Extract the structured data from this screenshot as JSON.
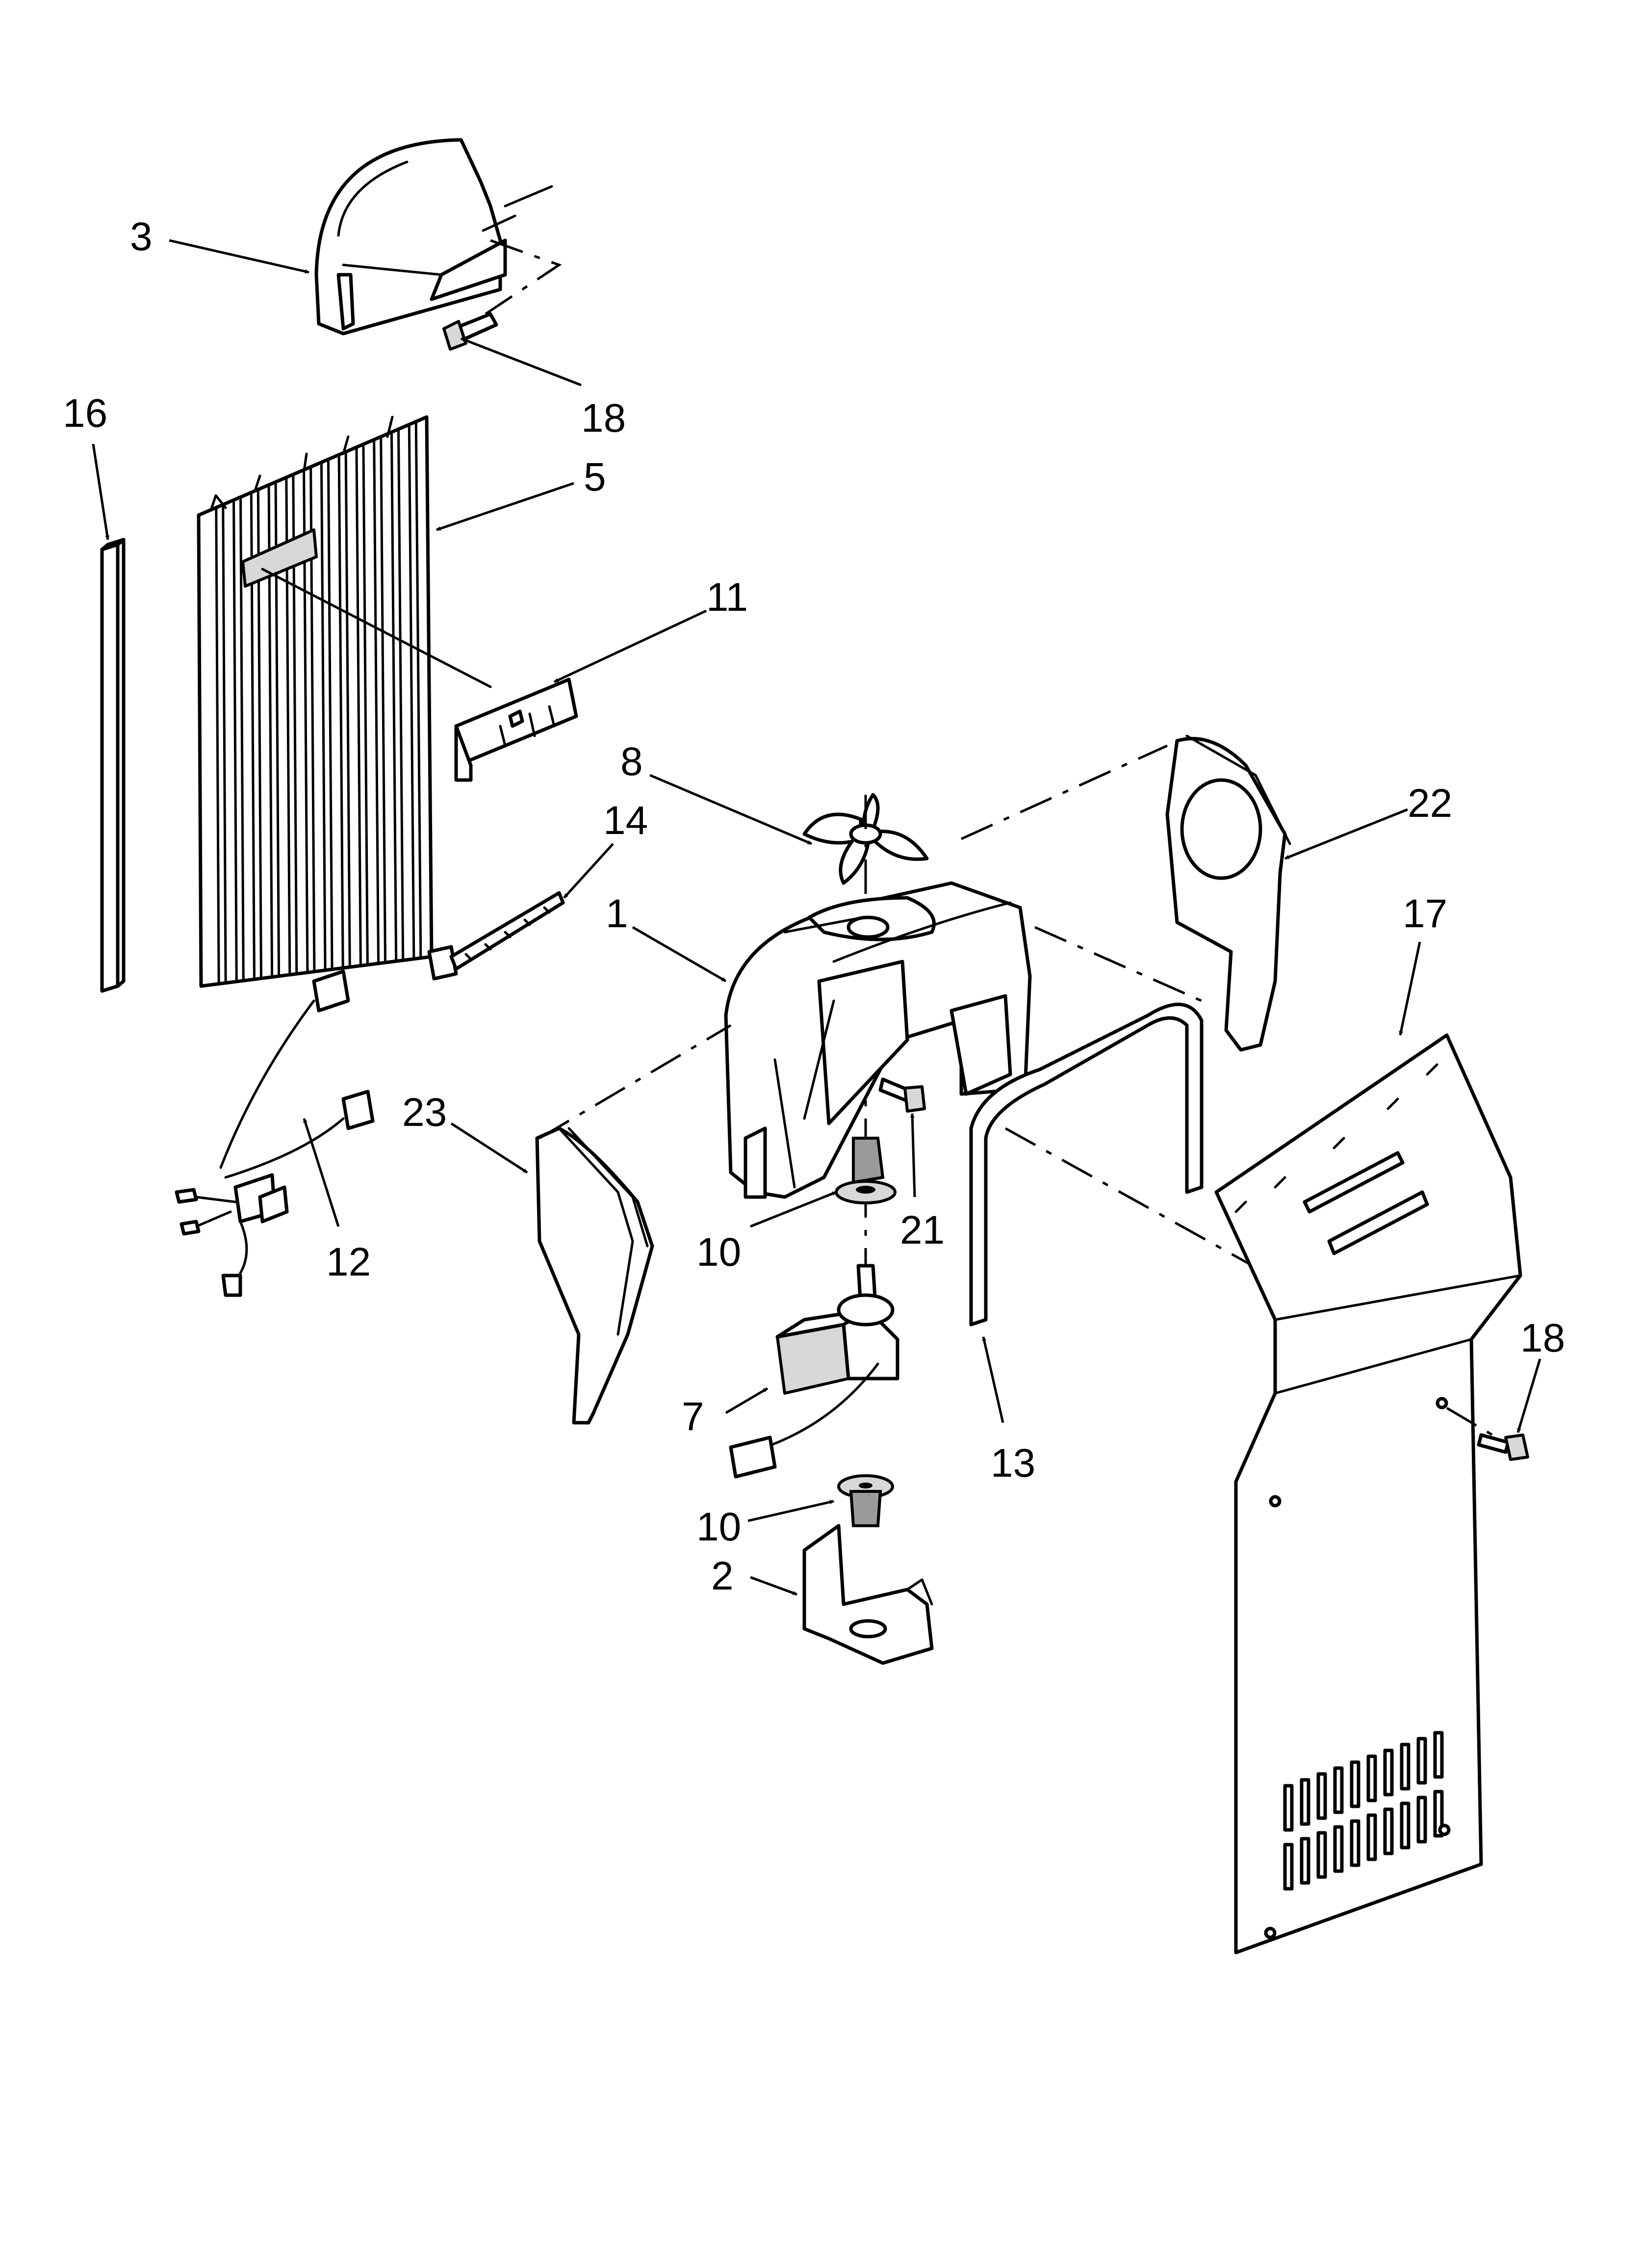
{
  "callouts": {
    "c3": "3",
    "c18a": "18",
    "c16": "16",
    "c5": "5",
    "c11": "11",
    "c8": "8",
    "c22": "22",
    "c14": "14",
    "c1": "1",
    "c17": "17",
    "c23": "23",
    "c21": "21",
    "c10a": "10",
    "c12": "12",
    "c18b": "18",
    "c7": "7",
    "c13": "13",
    "c10b": "10",
    "c2": "2"
  }
}
